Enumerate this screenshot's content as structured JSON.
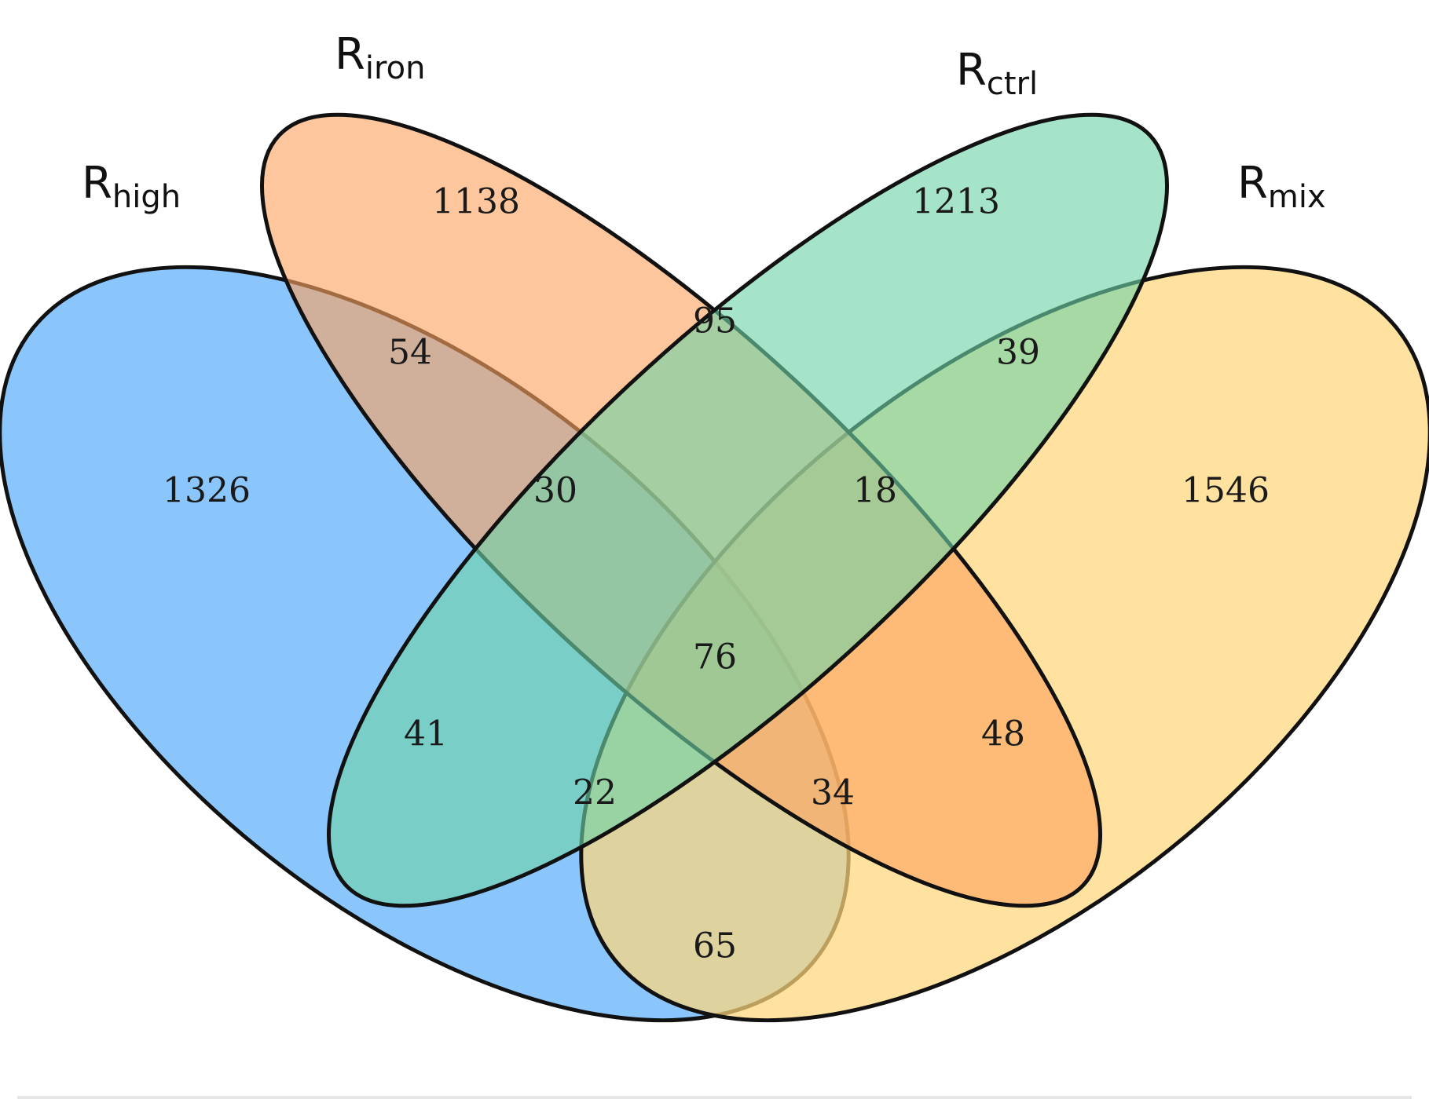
{
  "sets": [
    {
      "key": "high",
      "label_main": "R",
      "label_sub": "high",
      "color": "#5db0fb"
    },
    {
      "key": "iron",
      "label_main": "R",
      "label_sub": "iron",
      "color": "#fca35f"
    },
    {
      "key": "ctrl",
      "label_main": "R",
      "label_sub": "ctrl",
      "color": "#6fd3a8"
    },
    {
      "key": "mix",
      "label_main": "R",
      "label_sub": "mix",
      "color": "#ffd77a"
    }
  ],
  "regions": {
    "high_only": "1326",
    "iron_only": "1138",
    "ctrl_only": "1213",
    "mix_only": "1546",
    "high_iron": "54",
    "iron_ctrl": "95",
    "ctrl_mix": "39",
    "high_iron_ctrl": "30",
    "iron_ctrl_mix": "18",
    "all_four": "76",
    "high_ctrl": "41",
    "high_ctrl_mix": "22",
    "high_iron_mix": "34",
    "iron_mix": "48",
    "high_mix": "65"
  }
}
